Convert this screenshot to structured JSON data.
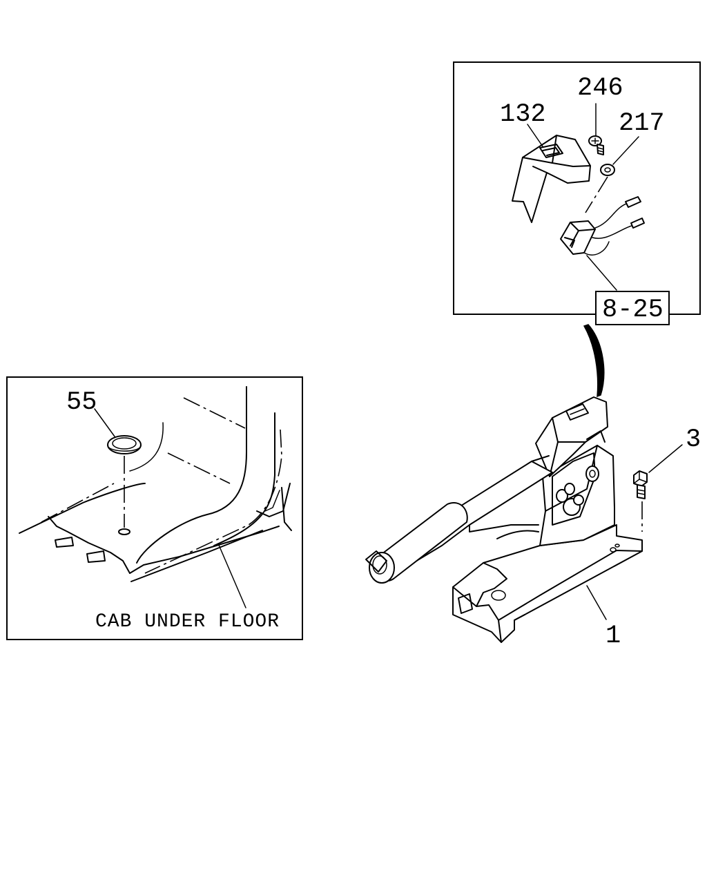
{
  "callouts": {
    "cover": "132",
    "screw": "246",
    "washer": "217",
    "switch_ref": "8-25",
    "plug": "55",
    "lever": "1",
    "bolt": "3"
  },
  "inset_floor": {
    "caption": "CAB UNDER FLOOR"
  }
}
